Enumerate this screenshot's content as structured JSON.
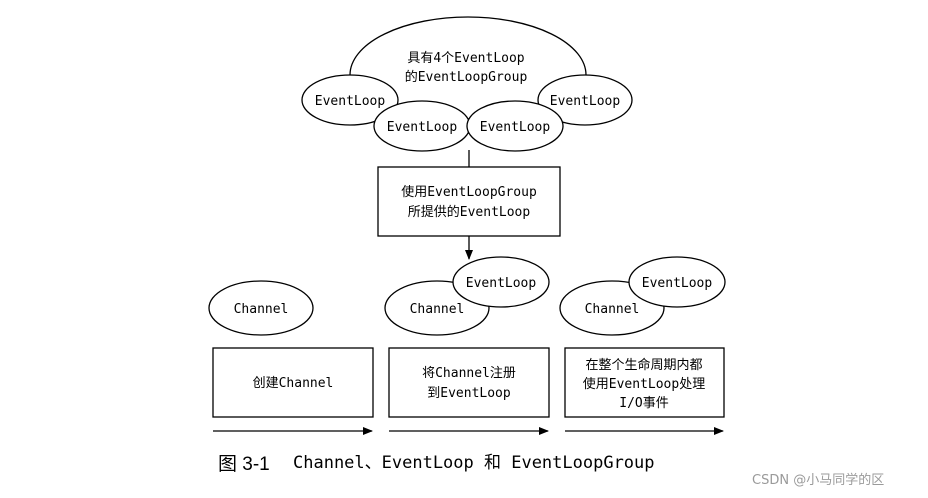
{
  "group": {
    "title_line1": "具有4个EventLoop",
    "title_line2": "的EventLoopGroup",
    "loops": [
      "EventLoop",
      "EventLoop",
      "EventLoop",
      "EventLoop"
    ]
  },
  "provider_box": {
    "line1": "使用EventLoopGroup",
    "line2": "所提供的EventLoop"
  },
  "stages": [
    {
      "channel_label": "Channel",
      "box_lines": [
        "创建Channel"
      ]
    },
    {
      "channel_label": "Channel",
      "loop_label": "EventLoop",
      "box_lines": [
        "将Channel注册",
        "到EventLoop"
      ]
    },
    {
      "channel_label": "Channel",
      "loop_label": "EventLoop",
      "box_lines": [
        "在整个生命周期内都",
        "使用EventLoop处理",
        "I/O事件"
      ]
    }
  ],
  "caption": {
    "figure": "图 3-1",
    "text": "Channel、EventLoop 和 EventLoopGroup"
  },
  "watermark": "CSDN @小马同学的区"
}
